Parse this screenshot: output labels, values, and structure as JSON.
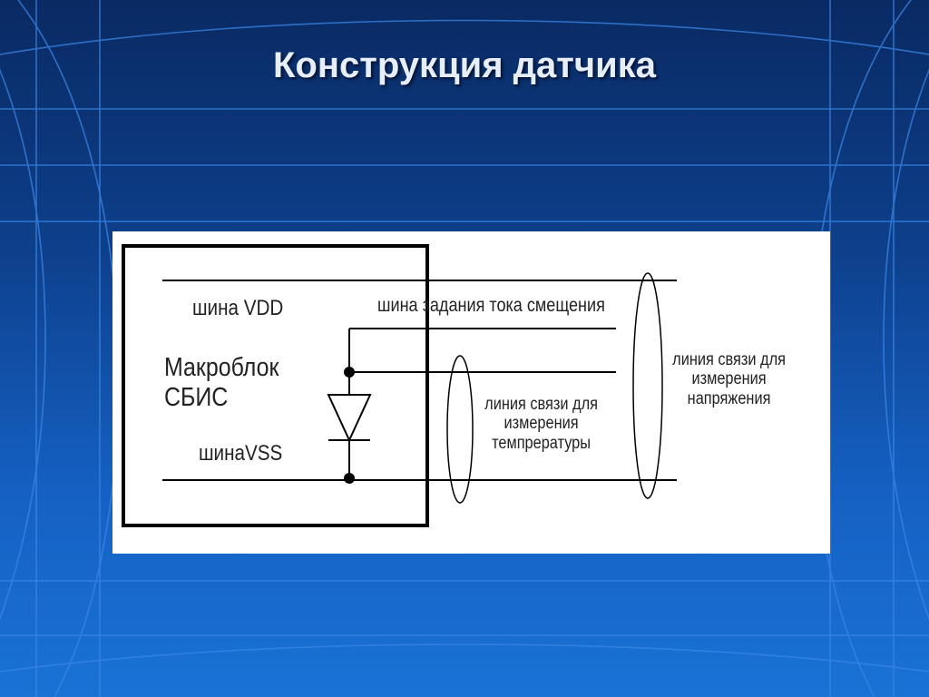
{
  "slide": {
    "title": "Конструкция датчика"
  },
  "diagram": {
    "labels": {
      "vdd_bus": "шина VDD",
      "vss_bus": "шинаVSS",
      "macroblock_line1": "Макроблок",
      "macroblock_line2": "СБИС",
      "bias_bus": "шина задания тока смещения",
      "temp_link_line1": "линия связи для",
      "temp_link_line2": "измерения",
      "temp_link_line3": "темпрературы",
      "volt_link_line1": "линия связи для",
      "volt_link_line2": "измерения",
      "volt_link_line3": "напряжения"
    }
  },
  "colors": {
    "background_top": "#0a2a63",
    "background_bottom": "#1a72d6",
    "grid_line": "#2f7fe0",
    "title_text": "#e8eef8",
    "panel": "#ffffff",
    "ink": "#000000"
  }
}
